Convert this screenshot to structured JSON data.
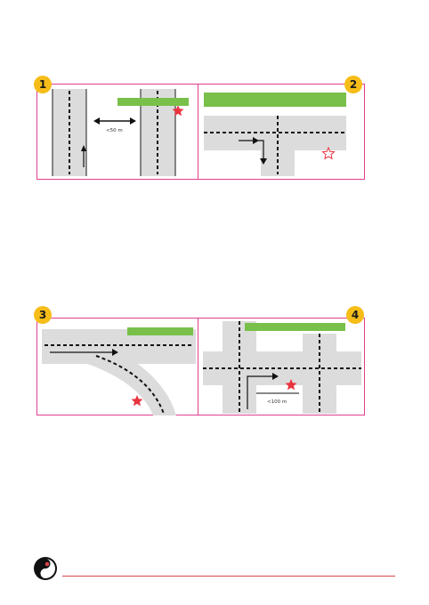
{
  "colors": {
    "frame": "#e0408f",
    "badge": "#f6bd19",
    "label": "#79c04a",
    "road": "#dcdcdc",
    "star": "#e8343f",
    "footer_rule": "#d8454a"
  },
  "panel1": {
    "number": "1",
    "label": "",
    "distance": "<50 m",
    "star": "filled"
  },
  "panel2": {
    "number": "2",
    "label_line1": "",
    "label_line2": "",
    "star": "outline"
  },
  "panel3": {
    "number": "3",
    "label": "",
    "star": "filled"
  },
  "panel4": {
    "number": "4",
    "label": "",
    "distance": "<100 m",
    "star": "filled"
  },
  "footer": {
    "logo_icon": "yin-yang-logo-icon"
  }
}
